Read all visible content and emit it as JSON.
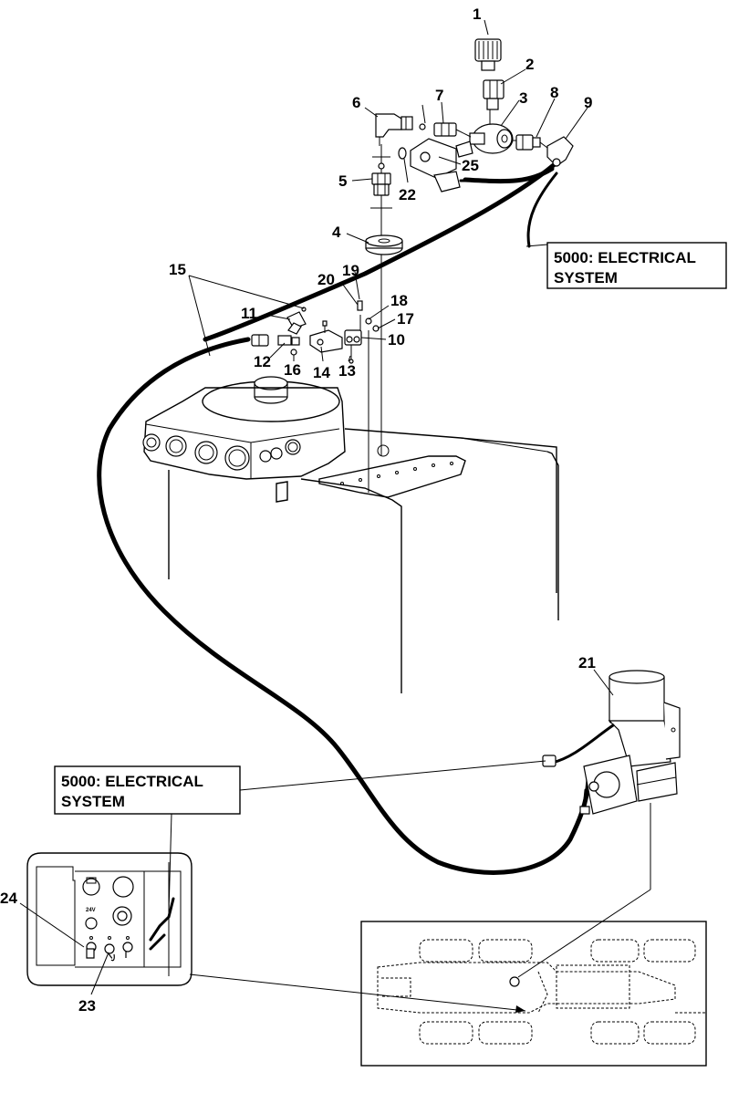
{
  "callouts": {
    "c1": "1",
    "c2": "2",
    "c3": "3",
    "c4": "4",
    "c5": "5",
    "c6": "6",
    "c7": "7",
    "c8": "8",
    "c9": "9",
    "c10": "10",
    "c11": "11",
    "c12": "12",
    "c13": "13",
    "c14": "14",
    "c15": "15",
    "c16": "16",
    "c17": "17",
    "c18": "18",
    "c19": "19",
    "c20": "20",
    "c21": "21",
    "c22": "22",
    "c23": "23",
    "c24": "24",
    "c25": "25"
  },
  "refbox_top": {
    "line1": "5000: ELECTRICAL",
    "line2": "SYSTEM"
  },
  "refbox_left": {
    "line1": "5000: ELECTRICAL",
    "line2": "SYSTEM"
  },
  "panel": {
    "voltage_label": "24V"
  }
}
